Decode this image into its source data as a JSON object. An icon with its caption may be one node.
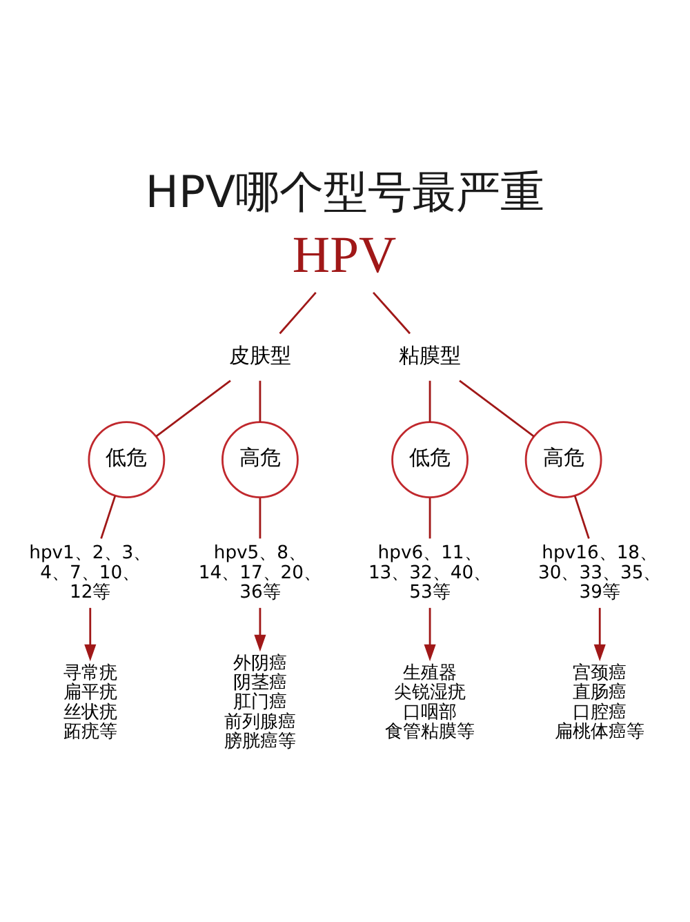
{
  "diagram": {
    "title": "HPV哪个型号最严重",
    "nodes": [
      {
        "text": [
          "HPV"
        ]
      },
      {
        "text": [
          "皮肤型"
        ]
      },
      {
        "text": [
          "粘膜型"
        ]
      },
      {
        "text": [
          "低危"
        ]
      },
      {
        "text": [
          "高危"
        ]
      },
      {
        "text": [
          "低危"
        ]
      },
      {
        "text": [
          "高危"
        ]
      },
      {
        "text": [
          "hpv1、2、3、4、7、10、12等"
        ]
      },
      {
        "text": [
          "hpv5、8、14、17、20、36等"
        ]
      },
      {
        "text": [
          "hpv6、11、13、32、40、53等"
        ]
      },
      {
        "text": [
          "hpv16、18、30、33、35、39等"
        ]
      },
      {
        "text": [
          "寻常疣",
          "扁平疣",
          "丝状疣",
          "跖疣等"
        ]
      },
      {
        "text": [
          "外阴癌",
          "阴茎癌",
          "肛门癌",
          "前列腺癌",
          "膀胱癌等"
        ]
      },
      {
        "text": [
          "生殖器",
          "尖锐湿疣",
          "口咽部",
          "食管粘膜等"
        ]
      },
      {
        "text": [
          "宫颈癌",
          "直肠癌",
          "口腔癌",
          "扁桃体癌等"
        ]
      }
    ],
    "edges": [
      {
        "from": 0,
        "to": 1,
        "arrow": "none"
      },
      {
        "from": 0,
        "to": 2,
        "arrow": "none"
      },
      {
        "from": 1,
        "to": 3,
        "arrow": "none"
      },
      {
        "from": 1,
        "to": 4,
        "arrow": "none"
      },
      {
        "from": 2,
        "to": 5,
        "arrow": "none"
      },
      {
        "from": 2,
        "to": 6,
        "arrow": "none"
      },
      {
        "from": 3,
        "to": 7,
        "arrow": "none"
      },
      {
        "from": 4,
        "to": 8,
        "arrow": "none"
      },
      {
        "from": 5,
        "to": 9,
        "arrow": "none"
      },
      {
        "from": 6,
        "to": 10,
        "arrow": "none"
      },
      {
        "from": 7,
        "to": 11,
        "arrow": "to"
      },
      {
        "from": 8,
        "to": 12,
        "arrow": "to"
      },
      {
        "from": 9,
        "to": 13,
        "arrow": "to"
      },
      {
        "from": 10,
        "to": 14,
        "arrow": "to"
      }
    ]
  }
}
